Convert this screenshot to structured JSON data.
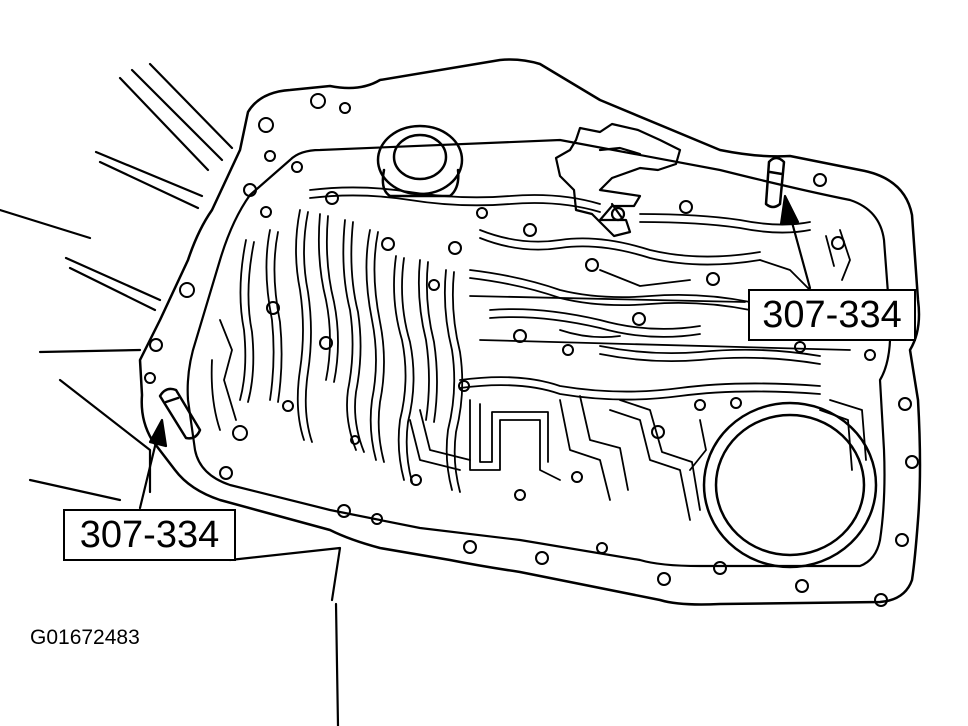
{
  "callouts": {
    "upper_right": "307-334",
    "lower_left": "307-334"
  },
  "figure_id": "G01672483",
  "colors": {
    "line": "#000000",
    "background": "#ffffff"
  }
}
